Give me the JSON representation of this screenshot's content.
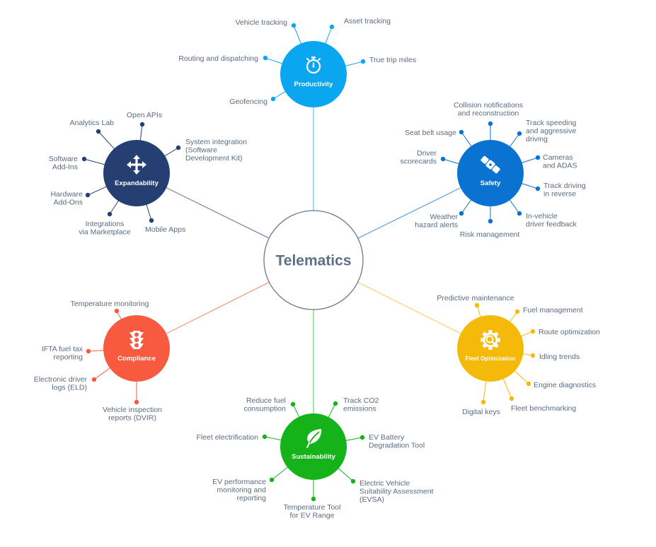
{
  "center": {
    "label": "Telematics",
    "stroke": "#6b7a90"
  },
  "hubs": [
    {
      "id": "productivity",
      "label": "Productivity",
      "icon": "stopwatch-icon",
      "color": "#0aa6ef",
      "items": [
        {
          "text": [
            "Vehicle tracking"
          ]
        },
        {
          "text": [
            "Asset tracking"
          ]
        },
        {
          "text": [
            "Routing and dispatching"
          ]
        },
        {
          "text": [
            "True trip miles"
          ]
        },
        {
          "text": [
            "Geofencing"
          ]
        }
      ]
    },
    {
      "id": "expandability",
      "label": "Expandability",
      "icon": "move-arrows-icon",
      "color": "#253f73",
      "items": [
        {
          "text": [
            "Analytics Lab"
          ]
        },
        {
          "text": [
            "Open APIs"
          ]
        },
        {
          "text": [
            "System integration",
            "(Software",
            "Development Kit)"
          ]
        },
        {
          "text": [
            "Software",
            "Add-Ins"
          ]
        },
        {
          "text": [
            "Hardware",
            "Add-Ons"
          ]
        },
        {
          "text": [
            "Integrations",
            "via Marketplace"
          ]
        },
        {
          "text": [
            "Mobile Apps"
          ]
        }
      ]
    },
    {
      "id": "safety",
      "label": "Safety",
      "icon": "seat-belt-icon",
      "color": "#0a72d1",
      "items": [
        {
          "text": [
            "Collision notifications",
            "and reconstruction"
          ]
        },
        {
          "text": [
            "Seat belt usage"
          ]
        },
        {
          "text": [
            "Track speeding",
            "and aggressive",
            "driving"
          ]
        },
        {
          "text": [
            "Driver",
            "scorecards"
          ]
        },
        {
          "text": [
            "Cameras",
            "and ADAS"
          ]
        },
        {
          "text": [
            "Track driving",
            "in reverse"
          ]
        },
        {
          "text": [
            "Weather",
            "hazard alerts"
          ]
        },
        {
          "text": [
            "Risk management"
          ]
        },
        {
          "text": [
            "In-vehicle",
            "driver feedback"
          ]
        }
      ]
    },
    {
      "id": "compliance",
      "label": "Compliance",
      "icon": "traffic-light-icon",
      "color": "#f75a3e",
      "items": [
        {
          "text": [
            "Temperature monitoring"
          ]
        },
        {
          "text": [
            "IFTA fuel tax",
            "reporting"
          ]
        },
        {
          "text": [
            "Electronic driver",
            "logs (ELD)"
          ]
        },
        {
          "text": [
            "Vehicle inspection",
            "reports (DVIR)"
          ]
        }
      ]
    },
    {
      "id": "fleet-optimization",
      "label": "Fleet Optimization",
      "icon": "gear-search-icon",
      "color": "#f5b90a",
      "items": [
        {
          "text": [
            "Predictive maintenance"
          ]
        },
        {
          "text": [
            "Fuel management"
          ]
        },
        {
          "text": [
            "Route optimization"
          ]
        },
        {
          "text": [
            "Idling trends"
          ]
        },
        {
          "text": [
            "Engine diagnostics"
          ]
        },
        {
          "text": [
            "Digital keys"
          ]
        },
        {
          "text": [
            "Fleet benchmarking"
          ]
        }
      ]
    },
    {
      "id": "sustainability",
      "label": "Sustainability",
      "icon": "leaf-icon",
      "color": "#16b21a",
      "items": [
        {
          "text": [
            "Reduce fuel",
            "consumption"
          ]
        },
        {
          "text": [
            "Track CO2",
            "emissions"
          ]
        },
        {
          "text": [
            "Fleet electrification"
          ]
        },
        {
          "text": [
            "EV Battery",
            "Degradation Tool"
          ]
        },
        {
          "text": [
            "EV performance",
            "monitoring and",
            "reporting"
          ]
        },
        {
          "text": [
            "Electric Vehicle",
            "Suitability Assessment",
            "(EVSA)"
          ]
        },
        {
          "text": [
            "Temperature Tool",
            "for EV Range"
          ]
        }
      ]
    }
  ]
}
